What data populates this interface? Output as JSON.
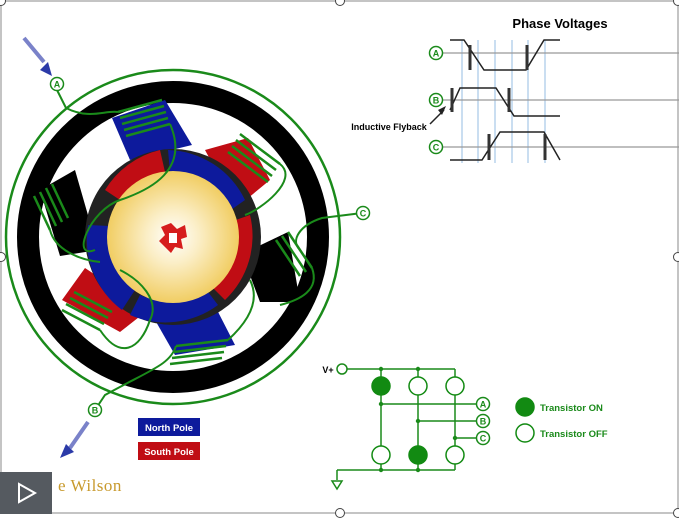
{
  "phase_voltages": {
    "title": "Phase Voltages",
    "phases": [
      "A",
      "B",
      "C"
    ],
    "annotation": "Inductive Flyback"
  },
  "motor": {
    "terminals": [
      "A",
      "B",
      "C"
    ]
  },
  "legend": {
    "north": "North Pole",
    "south": "South Pole",
    "north_color": "#0d1a9c",
    "south_color": "#c00d14"
  },
  "driver": {
    "supply_label": "V+",
    "outputs": [
      "A",
      "B",
      "C"
    ],
    "transistor_on": "Transistor ON",
    "transistor_off": "Transistor OFF",
    "upper_states": [
      "on",
      "off",
      "off"
    ],
    "lower_states": [
      "off",
      "on",
      "off"
    ],
    "on_color": "#128a12"
  },
  "player": {
    "author_text": "e Wilson",
    "play_icon": "play-icon"
  }
}
